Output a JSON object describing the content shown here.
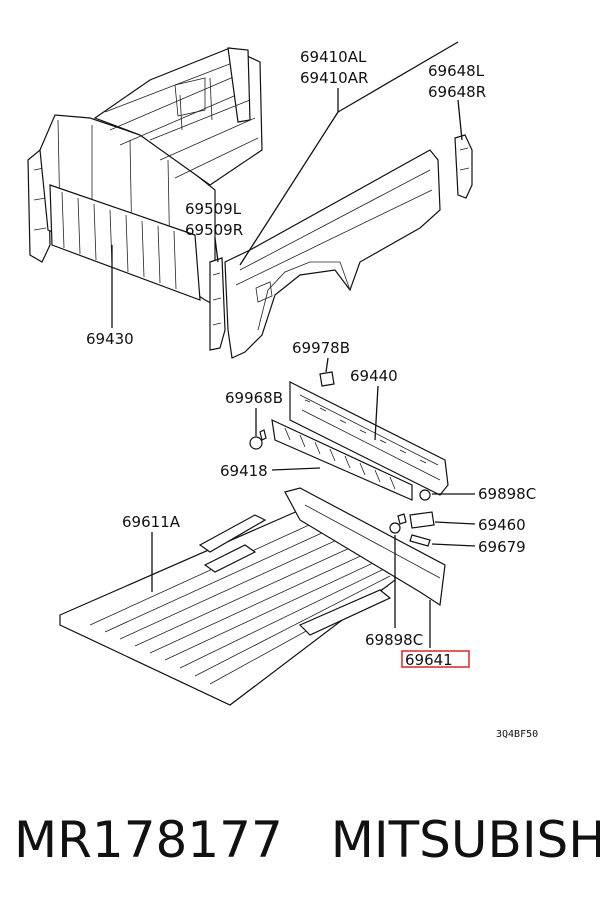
{
  "diagram": {
    "labels": {
      "p69410AL": "69410AL",
      "p69410AR": "69410AR",
      "p69648L": "69648L",
      "p69648R": "69648R",
      "p69509L": "69509L",
      "p69509R": "69509R",
      "p69430": "69430",
      "p69978B": "69978B",
      "p69440": "69440",
      "p69968B": "69968B",
      "p69418": "69418",
      "p69898C_top": "69898C",
      "p69460": "69460",
      "p69679": "69679",
      "p69611A": "69611A",
      "p69898C_bottom": "69898C",
      "p69641": "69641"
    },
    "figure_code": "3Q4BF50",
    "highlight_color": "#e0332f"
  },
  "footer": {
    "part_number": "MR178177",
    "brand": "MITSUBISHI"
  }
}
